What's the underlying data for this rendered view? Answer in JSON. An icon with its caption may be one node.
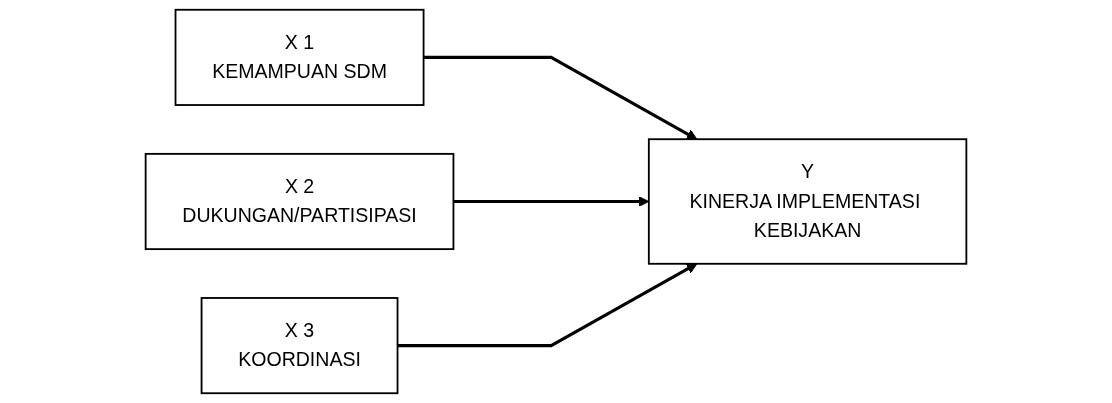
{
  "diagram": {
    "nodes": [
      {
        "text": [
          "X 1",
          "KEMAMPUAN SDM"
        ]
      },
      {
        "text": [
          "X 2",
          "DUKUNGAN/PARTISIPASI"
        ]
      },
      {
        "text": [
          "X 3",
          "KOORDINASI"
        ]
      },
      {
        "text": [
          "Y",
          "KINERJA IMPLEMENTASI KEBIJAKAN"
        ]
      }
    ],
    "edges": [
      {
        "from": 0,
        "to": 3,
        "arrow": "to"
      },
      {
        "from": 1,
        "to": 3,
        "arrow": "to"
      },
      {
        "from": 2,
        "to": 3,
        "arrow": "to"
      }
    ]
  }
}
